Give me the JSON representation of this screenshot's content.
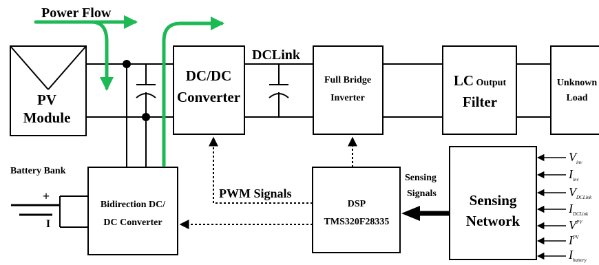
{
  "power_flow_label": "Power Flow",
  "dclink_label": "DCLink",
  "pv_module": {
    "line1": "PV",
    "line2": "Module"
  },
  "dcdc": {
    "line1": "DC/DC",
    "line2": "Converter"
  },
  "full_bridge": {
    "line1": "Full Bridge",
    "line2": "Inverter"
  },
  "lc_filter": {
    "line1_big": "LC",
    "line1_small": " Output",
    "line2": "Filter"
  },
  "load": {
    "line1": "Unknown",
    "line2": "Load"
  },
  "battery_bank_label": "Battery Bank",
  "battery_plus": "+",
  "battery_minus": "I",
  "bidirection": {
    "line1": "Bidirection DC/",
    "line2": "DC Converter"
  },
  "pwm_label": "PWM Signals",
  "dsp": {
    "line1": "DSP",
    "line2": "TMS320F28335"
  },
  "sensing_signals": {
    "line1": "Sensing",
    "line2": "Signals"
  },
  "sensing_network": {
    "line1": "Sensing",
    "line2": "Network"
  },
  "inputs": [
    {
      "main": "V",
      "sub": "inv"
    },
    {
      "main": "I",
      "sub": "inv"
    },
    {
      "main": "V",
      "sub": "DCLink"
    },
    {
      "main": "I",
      "sub": "DCLink"
    },
    {
      "main": "V",
      "sub": "PV"
    },
    {
      "main": "I",
      "sub": "PV"
    },
    {
      "main": "I",
      "sub": "battery"
    }
  ],
  "colors": {
    "power_arrow": "#1db954",
    "line": "#000000"
  }
}
